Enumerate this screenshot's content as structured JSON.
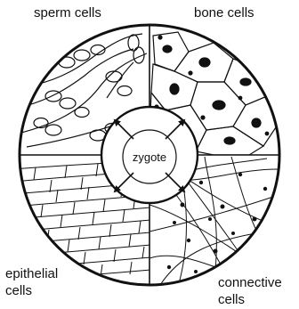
{
  "labels": {
    "top_left": "sperm cells",
    "top_right": "bone cells",
    "bottom_left_1": "epithelial",
    "bottom_left_2": "cells",
    "bottom_right_1": "connective",
    "bottom_right_2": "cells",
    "center": "zygote"
  },
  "colors": {
    "ink": "#111111",
    "background": "#ffffff"
  }
}
